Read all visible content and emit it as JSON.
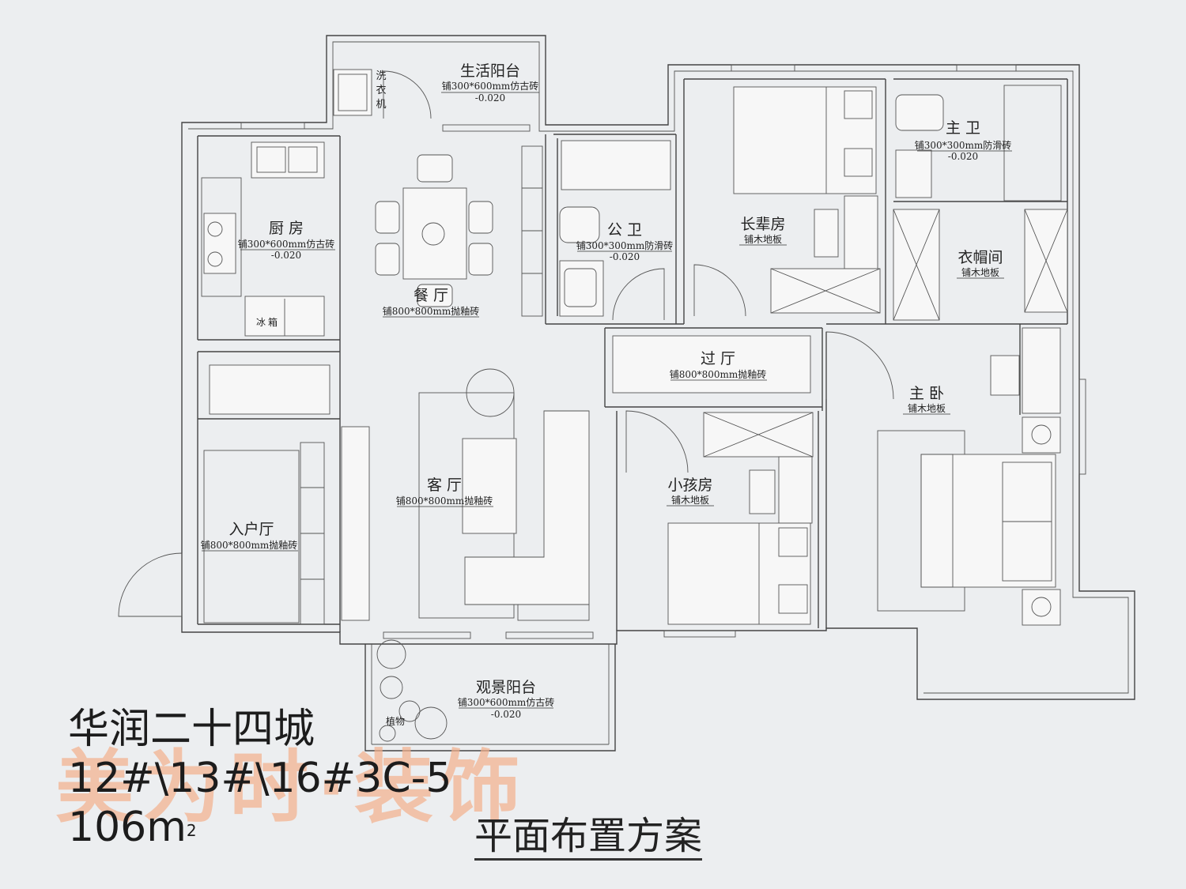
{
  "project": {
    "name": "华润二十四城",
    "unit": "12#\\13#\\16#3C-5",
    "area_value": "106m",
    "area_sup": "2"
  },
  "plan_title": "平面布置方案",
  "watermark": "美为时·装饰",
  "labels": {
    "washer": [
      "洗",
      "衣",
      "机"
    ],
    "fridge": "冰箱",
    "fridge_chars": [
      "冰",
      "箱"
    ],
    "plant": "植物"
  },
  "rooms": {
    "utility_balcony": {
      "name": "生活阳台",
      "floor": "铺300*600mm仿古砖",
      "elev": "-0.020"
    },
    "kitchen": {
      "name": "厨 房",
      "floor": "铺300*600mm仿古砖",
      "elev": "-0.020"
    },
    "dining": {
      "name": "餐 厅",
      "floor": "铺800*800mm抛釉砖"
    },
    "public_bath": {
      "name": "公 卫",
      "floor": "铺300*300mm防滑砖",
      "elev": "-0.020"
    },
    "elder_room": {
      "name": "长辈房",
      "floor": "铺木地板"
    },
    "master_bath": {
      "name": "主 卫",
      "floor": "铺300*300mm防滑砖",
      "elev": "-0.020"
    },
    "cloakroom": {
      "name": "衣帽间",
      "floor": "铺木地板"
    },
    "hall": {
      "name": "过 厅",
      "floor": "铺800*800mm抛釉砖"
    },
    "master_bedroom": {
      "name": "主 卧",
      "floor": "铺木地板"
    },
    "child_room": {
      "name": "小孩房",
      "floor": "铺木地板"
    },
    "living": {
      "name": "客 厅",
      "floor": "铺800*800mm抛釉砖"
    },
    "entrance": {
      "name": "入户厅",
      "floor": "铺800*800mm抛釉砖"
    },
    "view_balcony": {
      "name": "观景阳台",
      "floor": "铺300*600mm仿古砖",
      "elev": "-0.020"
    }
  }
}
